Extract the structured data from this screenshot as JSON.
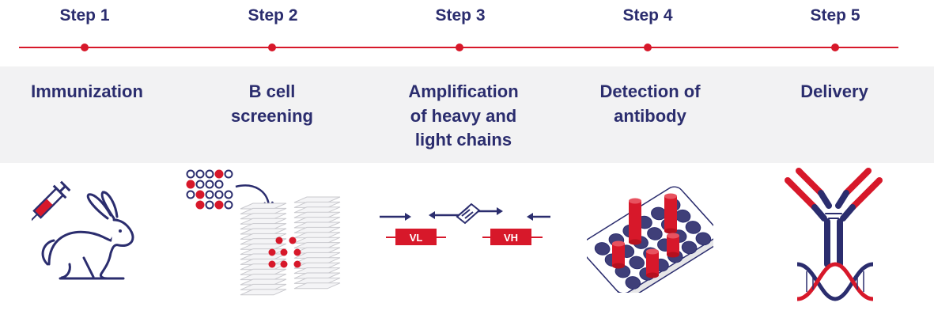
{
  "colors": {
    "navy": "#2b2d6e",
    "red": "#d7182a",
    "band": "#f2f2f3"
  },
  "steps": [
    {
      "label": "Step 1",
      "title": "Immunization",
      "icon": "rabbit-syringe-icon"
    },
    {
      "label": "Step 2",
      "title": "B cell\nscreening",
      "icon": "cell-plates-icon"
    },
    {
      "label": "Step 3",
      "title": "Amplification\nof heavy and\nlight chains",
      "icon": "pcr-primers-icon"
    },
    {
      "label": "Step 4",
      "title": "Detection of\nantibody",
      "icon": "elisa-plate-icon"
    },
    {
      "label": "Step 5",
      "title": "Delivery",
      "icon": "antibody-dna-icon"
    }
  ],
  "pcr": {
    "vl_label": "VL",
    "vh_label": "VH"
  }
}
